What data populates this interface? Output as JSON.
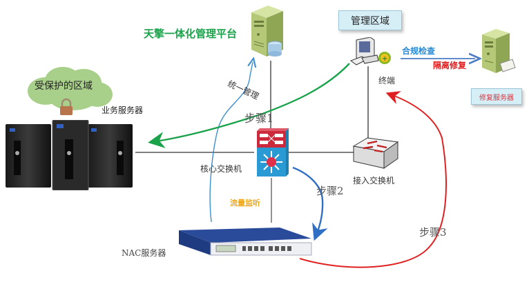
{
  "title": "天擎一体化管理平台 NAC 准入控制架构",
  "nodes": {
    "platform": {
      "label": "天擎一体化管理平台",
      "color": "#1aa34a"
    },
    "management_zone": {
      "label": "管理区域"
    },
    "terminal": {
      "label": "终端"
    },
    "repair_server": {
      "label": "修复服务器",
      "color": "#e0303a"
    },
    "protected_zone": {
      "label": "受保护的区域"
    },
    "business_servers": {
      "label": "业务服务器"
    },
    "core_switch": {
      "label": "核心交换机"
    },
    "access_switch": {
      "label": "接入交换机"
    },
    "nac_server": {
      "label": "NAC服务器"
    }
  },
  "edges": {
    "unified_mgmt": {
      "label": "统一管理",
      "chars": [
        "统",
        "一",
        "管",
        "理"
      ],
      "color": "#3a8fd0"
    },
    "step1": {
      "label": "步骤1",
      "color": "#1aa34a"
    },
    "step2": {
      "label": "步骤2",
      "color": "#2f6fc4"
    },
    "step3": {
      "label": "步骤3",
      "color": "#e02020"
    },
    "traffic_monitor": {
      "label": "流量监听",
      "color": "#f0a818"
    },
    "compliance_check": {
      "label": "合规检查",
      "color": "#2a8ad4"
    },
    "isolation_repair": {
      "label": "隔离修复",
      "color": "#e02020"
    }
  }
}
